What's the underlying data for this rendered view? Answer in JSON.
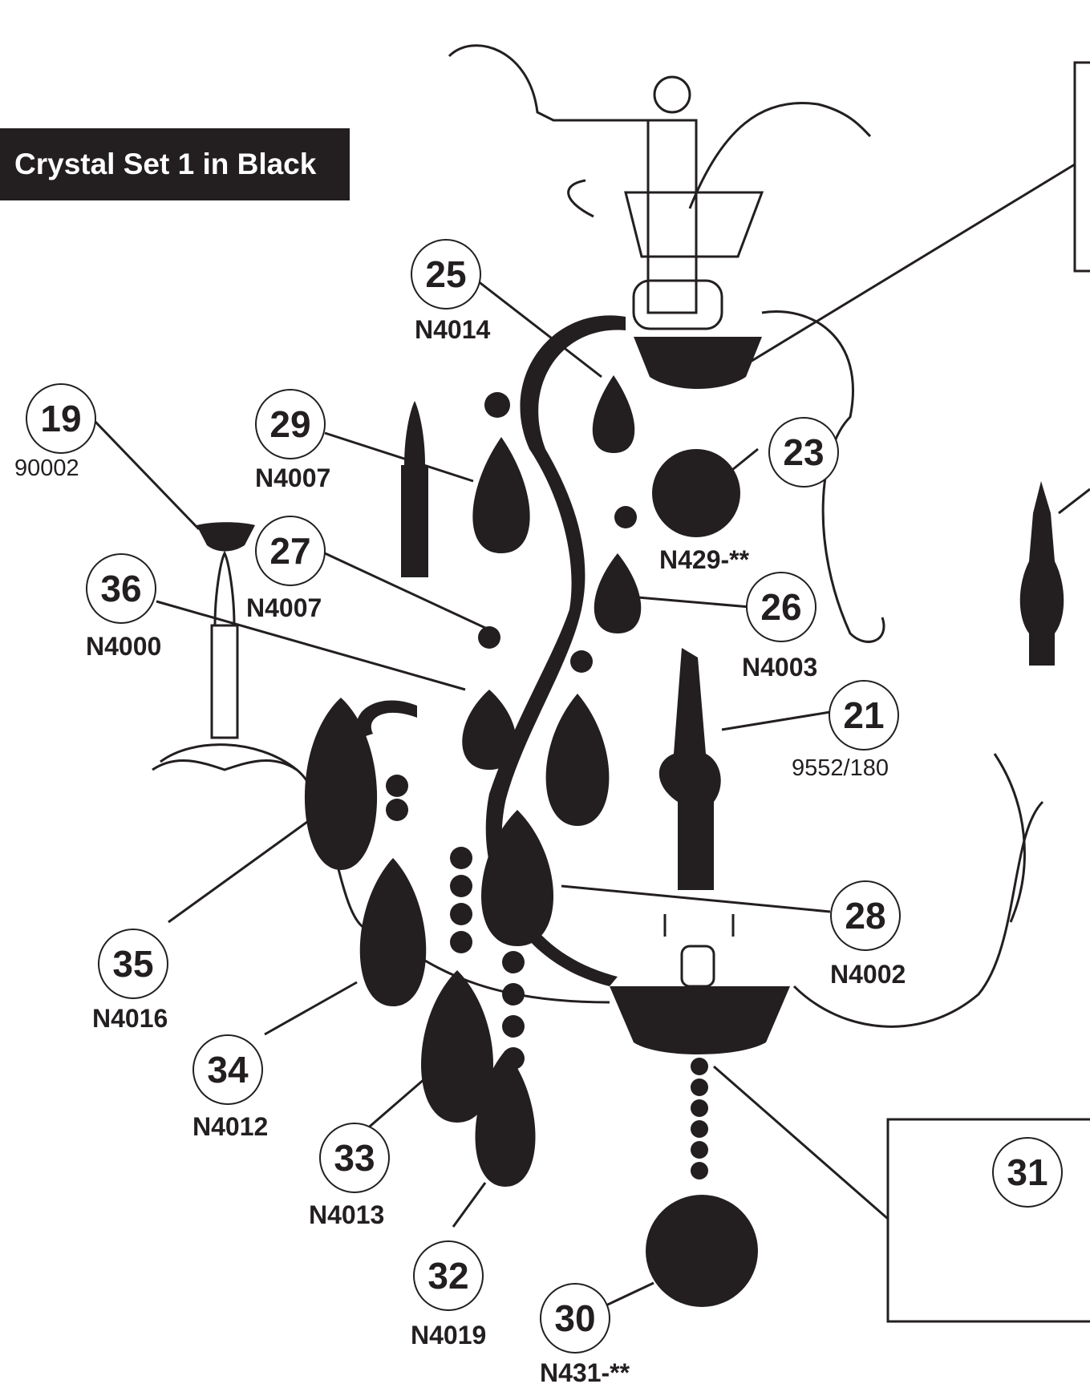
{
  "title": "Crystal Set 1 in Black",
  "parts": [
    {
      "number": "19",
      "code": "90002"
    },
    {
      "number": "21",
      "code": "9552/180"
    },
    {
      "number": "23",
      "code": "N429-**"
    },
    {
      "number": "25",
      "code": "N4014"
    },
    {
      "number": "26",
      "code": "N4003"
    },
    {
      "number": "27",
      "code": "N4007"
    },
    {
      "number": "28",
      "code": "N4002"
    },
    {
      "number": "29",
      "code": "N4007"
    },
    {
      "number": "30",
      "code": "N431-**"
    },
    {
      "number": "31",
      "code": ""
    },
    {
      "number": "32",
      "code": "N4019"
    },
    {
      "number": "33",
      "code": "N4013"
    },
    {
      "number": "34",
      "code": "N4012"
    },
    {
      "number": "35",
      "code": "N4016"
    },
    {
      "number": "36",
      "code": "N4000"
    }
  ],
  "colors": {
    "ink": "#231f20",
    "paper": "#ffffff"
  }
}
